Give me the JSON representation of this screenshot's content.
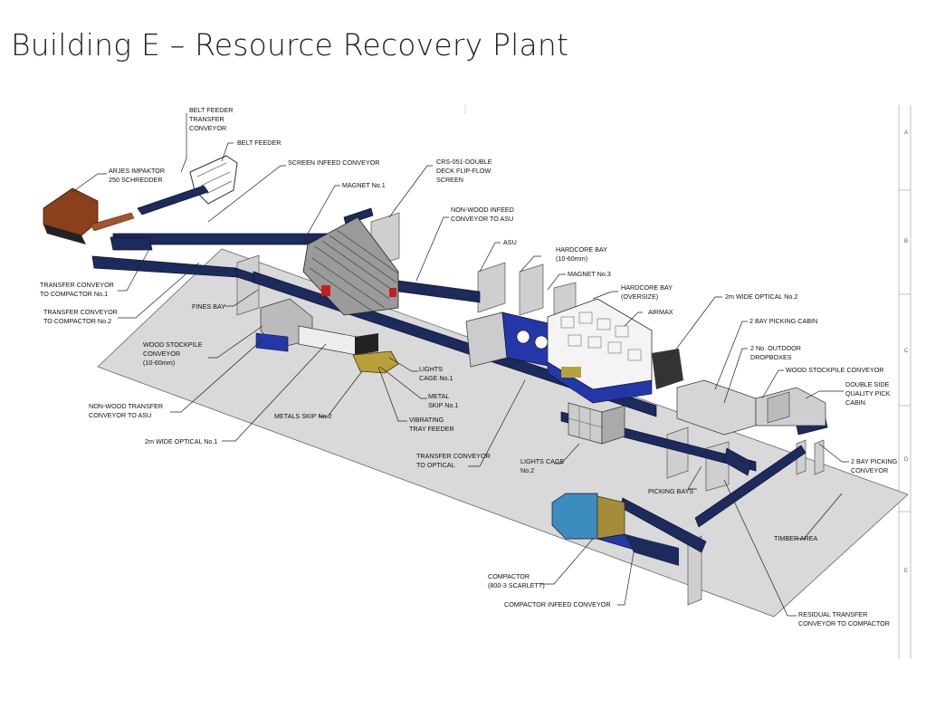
{
  "title": "Building E – Resource Recovery Plant",
  "grid_refs": [
    "A",
    "B",
    "C",
    "D",
    "E"
  ],
  "colors": {
    "floor": "#d9d9d9",
    "conveyor": "#1c2a5c",
    "blue_equipment": "#2437a8",
    "shredder": "#8b3f1c",
    "skip_yellow": "#b8a13a",
    "compactor_blue": "#3d8cc0",
    "compactor_olive": "#a38d3b",
    "wall": "#cfcfcf"
  },
  "labels": [
    {
      "id": "belt-feeder-transfer",
      "lines": [
        "BELT FEEDER",
        "TRANSFER",
        "CONVEYOR"
      ]
    },
    {
      "id": "belt-feeder",
      "lines": [
        "BELT FEEDER"
      ]
    },
    {
      "id": "arjes",
      "lines": [
        "ARJES IMPAKTOR",
        "250 SCHREDDER"
      ]
    },
    {
      "id": "screen-infeed",
      "lines": [
        "SCREEN INFEED CONVEYOR"
      ]
    },
    {
      "id": "crs",
      "lines": [
        "CRS-051-DOUBLE",
        "DECK FLIP-FLOW",
        "SCREEN"
      ]
    },
    {
      "id": "magnet1",
      "lines": [
        "MAGNET No.1"
      ]
    },
    {
      "id": "nonwood-infeed",
      "lines": [
        "NON-WOOD INFEED",
        "CONVEYOR TO ASU"
      ]
    },
    {
      "id": "asu",
      "lines": [
        "ASU"
      ]
    },
    {
      "id": "hardcore-bay",
      "lines": [
        "HARDCORE BAY",
        "(10-60mm)"
      ]
    },
    {
      "id": "magnet3",
      "lines": [
        "MAGNET No.3"
      ]
    },
    {
      "id": "hardcore-oversize",
      "lines": [
        "HARDCORE BAY",
        "(OVERSIZE)"
      ]
    },
    {
      "id": "optical2",
      "lines": [
        "2m WIDE OPTICAL No.2"
      ]
    },
    {
      "id": "airmax",
      "lines": [
        "AIRMAX"
      ]
    },
    {
      "id": "picking-cabin",
      "lines": [
        "2 BAY PICKING CABIN"
      ]
    },
    {
      "id": "dropboxes",
      "lines": [
        "2 No. OUTDOOR",
        "DROPBOXES"
      ]
    },
    {
      "id": "wood-stockpile-conv",
      "lines": [
        "WOOD STOCKPILE CONVEYOR"
      ]
    },
    {
      "id": "double-side",
      "lines": [
        "DOUBLE SIDE",
        "QUALITY PICK",
        "CABIN"
      ]
    },
    {
      "id": "transfer-comp1",
      "lines": [
        "TRANSFER CONVEYOR",
        "TO COMPACTOR No.1"
      ]
    },
    {
      "id": "transfer-comp2",
      "lines": [
        "TRANSFER CONVEYOR",
        "TO COMPACTOR No.2"
      ]
    },
    {
      "id": "fines-bay",
      "lines": [
        "FINES BAY"
      ]
    },
    {
      "id": "wood-stockpile",
      "lines": [
        "WOOD STOCKPILE",
        "CONVEYOR",
        "(10-60mm)"
      ]
    },
    {
      "id": "nonwood-transfer",
      "lines": [
        "NON-WOOD TRANSFER",
        "CONVEYOR TO ASU"
      ]
    },
    {
      "id": "lights-cage1",
      "lines": [
        "LIGHTS",
        "CAGE No.1"
      ]
    },
    {
      "id": "metal-skip1",
      "lines": [
        "METAL",
        "SKIP No.1"
      ]
    },
    {
      "id": "metals-skip2",
      "lines": [
        "METALS SKIP No.2"
      ]
    },
    {
      "id": "vibrating",
      "lines": [
        "VIBRATING",
        "TRAY FEEDER"
      ]
    },
    {
      "id": "optical1",
      "lines": [
        "2m WIDE OPTICAL No.1"
      ]
    },
    {
      "id": "transfer-optical",
      "lines": [
        "TRANSFER CONVEYOR",
        "TO OPTICAL"
      ]
    },
    {
      "id": "lights-cage2",
      "lines": [
        "LIGHTS CAGE",
        "No.2"
      ]
    },
    {
      "id": "picking-bay-conv",
      "lines": [
        "2 BAY PICKING",
        "CONVEYOR"
      ]
    },
    {
      "id": "picking-bays",
      "lines": [
        "PICKING BAYS"
      ]
    },
    {
      "id": "timber-area",
      "lines": [
        "TIMBER AREA"
      ]
    },
    {
      "id": "compactor",
      "lines": [
        "COMPACTOR",
        "(800-3 SCARLETT)"
      ]
    },
    {
      "id": "compactor-infeed",
      "lines": [
        "COMPACTOR INFEED CONVEYOR"
      ]
    },
    {
      "id": "residual",
      "lines": [
        "RESIDUAL TRANSFER",
        "CONVEYOR TO COMPACTOR"
      ]
    }
  ]
}
